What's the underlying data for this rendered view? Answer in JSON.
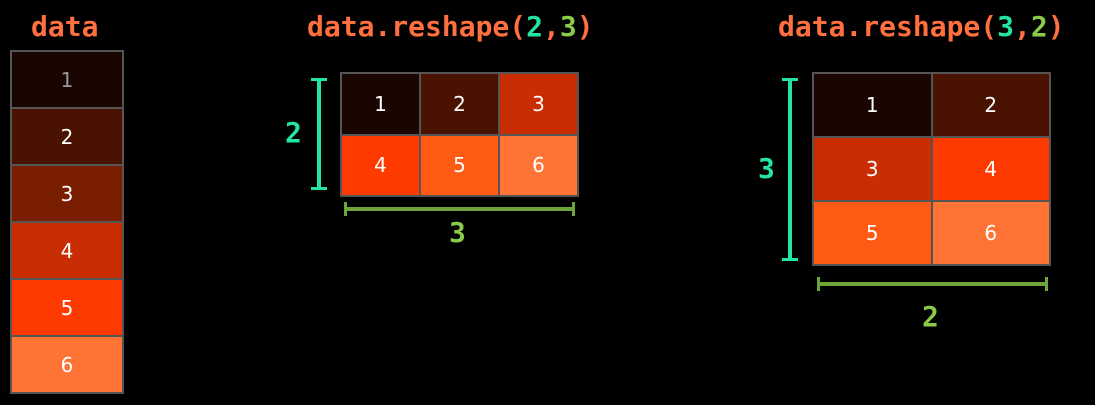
{
  "titles": {
    "data": "data",
    "reshape_a_prefix": "data.reshape(",
    "reshape_a_n1": "2",
    "reshape_a_comma": ",",
    "reshape_a_n2": "3",
    "reshape_a_suffix": ")",
    "reshape_b_prefix": "data.reshape(",
    "reshape_b_n1": "3",
    "reshape_b_comma": ",",
    "reshape_b_n2": "2",
    "reshape_b_suffix": ")"
  },
  "colors": {
    "c1": "#1a0600",
    "c2": "#4a1200",
    "c3": "#7a1e02",
    "c4": "#c92d04",
    "c5": "#ff3a00",
    "c6": "#ff5a14",
    "c7": "#ff7335",
    "title": "#ff6f3f",
    "green": "#22e6a0",
    "lime": "#8bcb4a"
  },
  "column": {
    "cells": [
      "1",
      "2",
      "3",
      "4",
      "5",
      "6"
    ]
  },
  "reshape_2x3": {
    "rows": 2,
    "cols": 3,
    "cells": [
      "1",
      "2",
      "3",
      "4",
      "5",
      "6"
    ],
    "row_label": "2",
    "col_label": "3"
  },
  "reshape_3x2": {
    "rows": 3,
    "cols": 2,
    "cells": [
      "1",
      "2",
      "3",
      "4",
      "5",
      "6"
    ],
    "row_label": "3",
    "col_label": "2"
  }
}
